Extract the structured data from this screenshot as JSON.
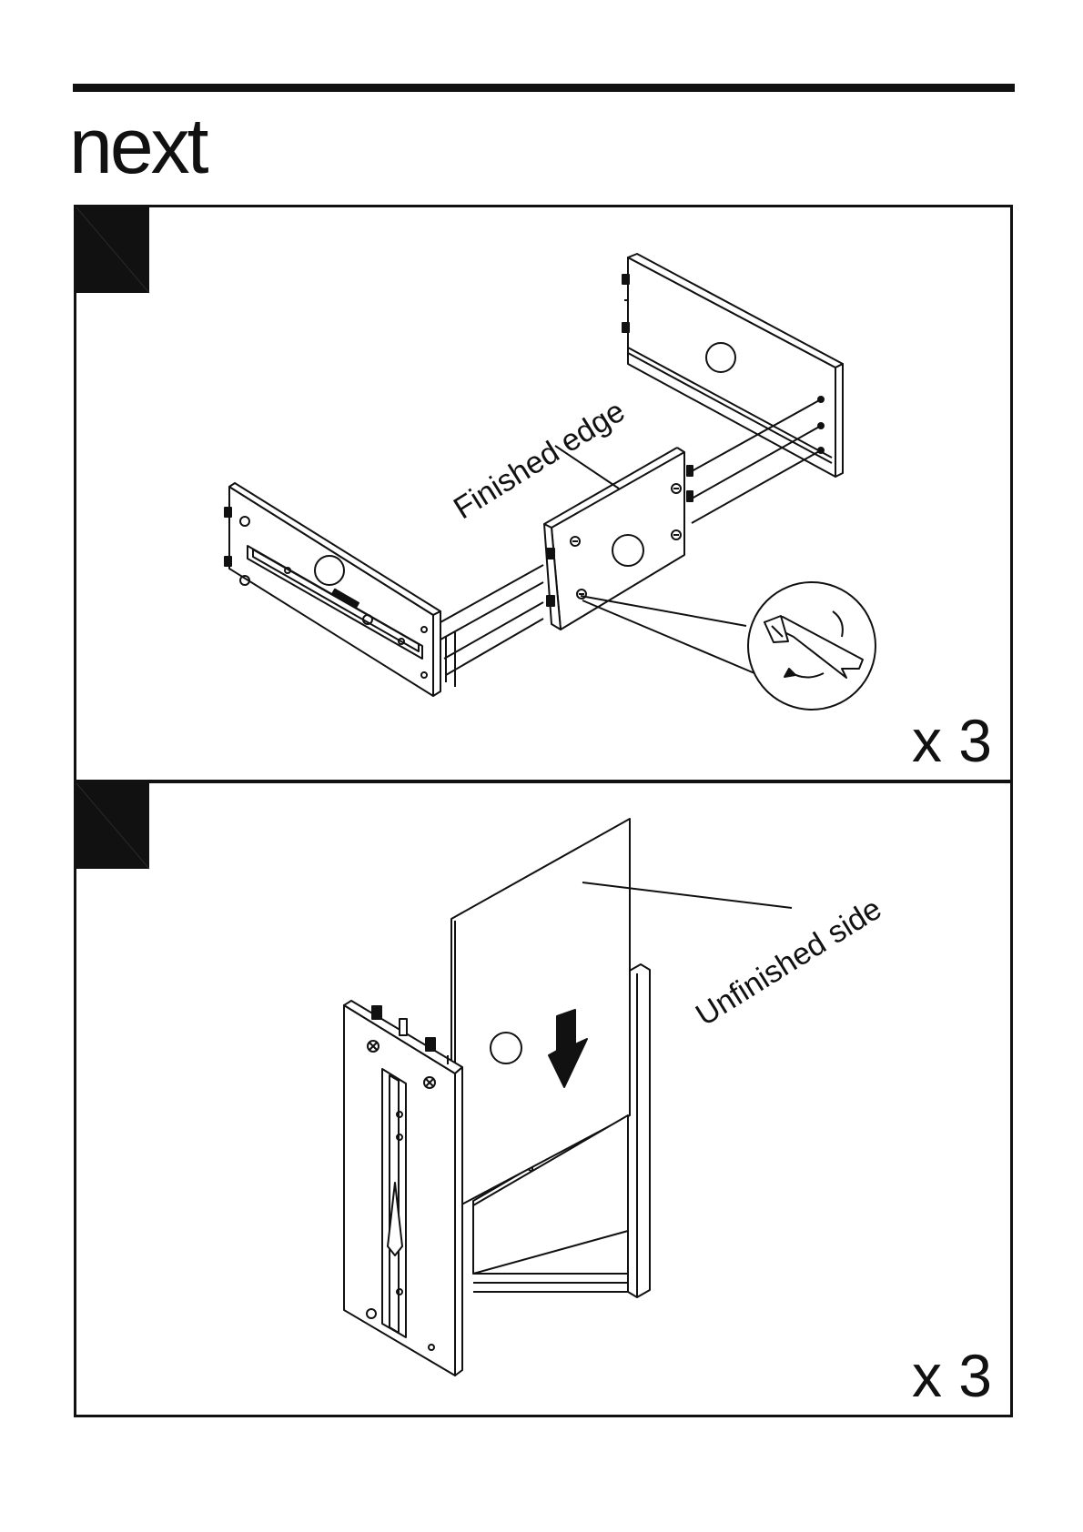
{
  "brand": {
    "logo_text": "next"
  },
  "steps": [
    {
      "callout": "Finished edge",
      "quantity": "x 3"
    },
    {
      "callout": "Unfinished side",
      "quantity": "x 3"
    }
  ]
}
